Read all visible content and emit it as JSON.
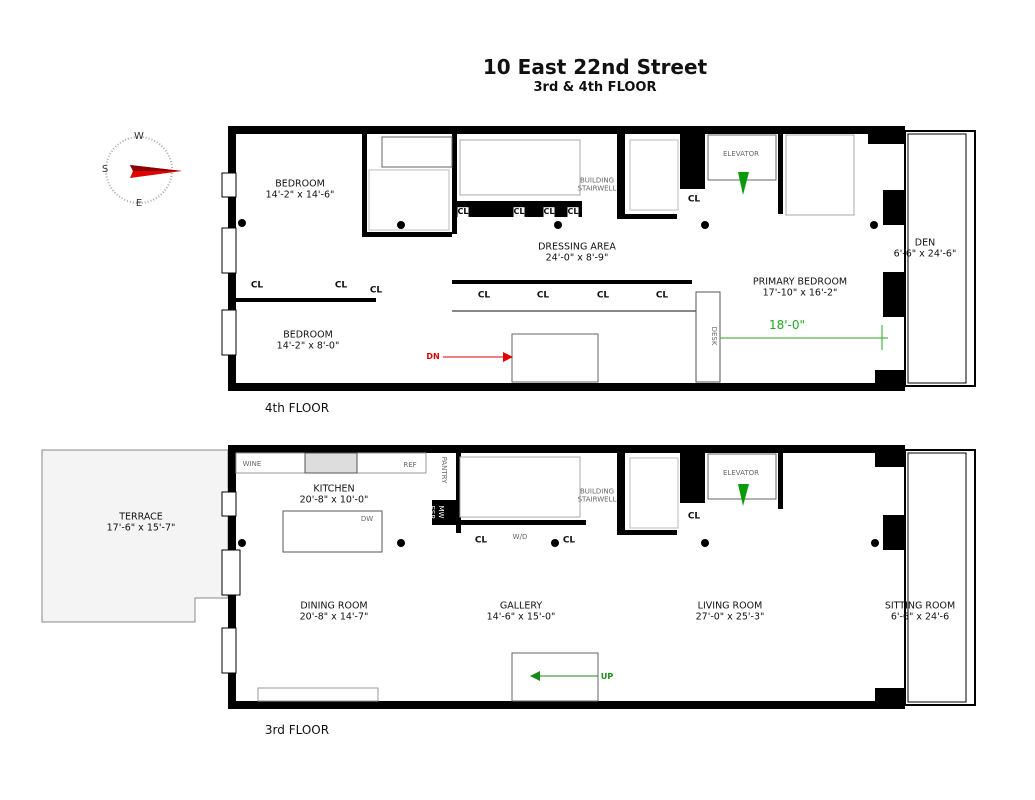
{
  "title": "10 East 22nd Street",
  "subtitle": "3rd & 4th FLOOR",
  "compass": {
    "n": "W",
    "s": "E",
    "w": "S",
    "arrow_color": "#e00000"
  },
  "fourth": {
    "label": "4th FLOOR",
    "bedroom1": {
      "name": "BEDROOM",
      "dims": "14'-2\" x 14'-6\""
    },
    "bedroom2": {
      "name": "BEDROOM",
      "dims": "14'-2\" x 8'-0\""
    },
    "dressing": {
      "name": "DRESSING AREA",
      "dims": "24'-0\" x 8'-9\""
    },
    "primary": {
      "name": "PRIMARY BEDROOM",
      "dims": "17'-10\" x 16'-2\""
    },
    "den": {
      "name": "DEN",
      "dims": "6'-6\" x 24'-6\""
    },
    "stair": [
      "BUILDING",
      "STAIRWELL"
    ],
    "elevator": "ELEVATOR",
    "closet": "CL",
    "desk": "DESK",
    "dimension": "18'-0\"",
    "down": "DN"
  },
  "third": {
    "label": "3rd FLOOR",
    "kitchen": {
      "name": "KITCHEN",
      "dims": "20'-8\" x 10'-0\""
    },
    "dining": {
      "name": "DINING ROOM",
      "dims": "20'-8\" x 14'-7\""
    },
    "gallery": {
      "name": "GALLERY",
      "dims": "14'-6\" x 15'-0\""
    },
    "living": {
      "name": "LIVING ROOM",
      "dims": "27'-0\" x 25'-3\""
    },
    "sitting": {
      "name": "SITTING ROOM",
      "dims": "6'-6\" x 24'-6"
    },
    "terrace": {
      "name": "TERRACE",
      "dims": "17'-6\" x 15'-7\""
    },
    "stair": [
      "BUILDING",
      "STAIRWELL"
    ],
    "elevator": "ELEVATOR",
    "wine": "WINE",
    "ref": "REF",
    "pantry": "PANTRY",
    "mw": "MW",
    "esp": "ESP",
    "dw": "DW",
    "wd": "W/D",
    "closet": "CL",
    "up": "UP"
  },
  "colors": {
    "wall": "#000000",
    "dimension": "#22aa22",
    "down_arrow": "#e00000",
    "up_arrow": "#1a8a1a",
    "elevator_arrow": "#0a9a0a"
  }
}
